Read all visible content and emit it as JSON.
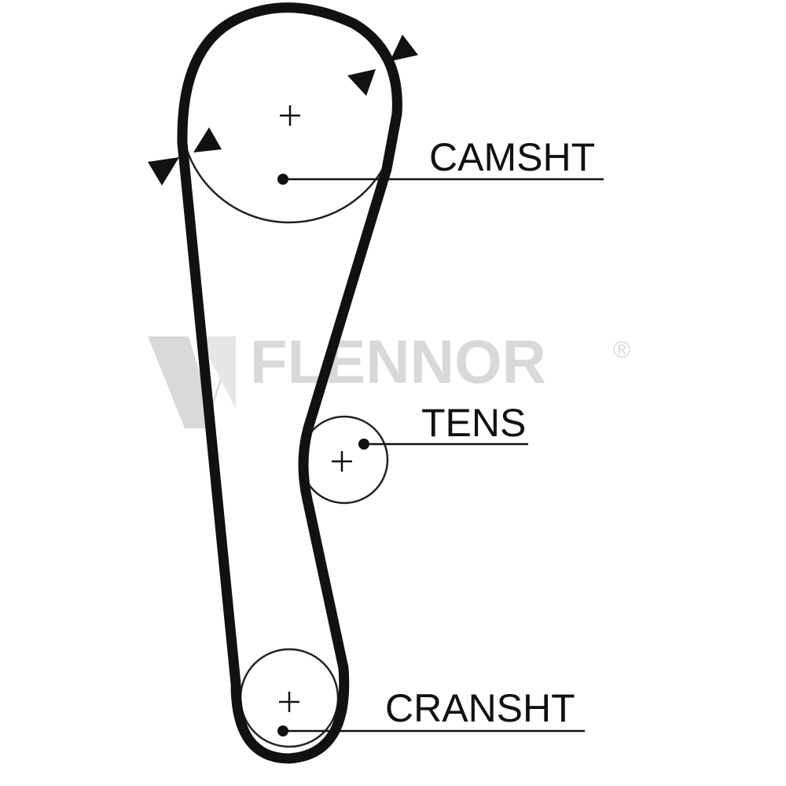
{
  "labels": {
    "camshaft": "CAMSHT",
    "tensioner": "TENS",
    "crankshaft": "CRANSHT"
  },
  "watermark": {
    "brand": "FLENNOR",
    "registered": "®"
  },
  "colors": {
    "ink": "#111111",
    "watermark": "#d9d9d9",
    "background": "#ffffff"
  }
}
